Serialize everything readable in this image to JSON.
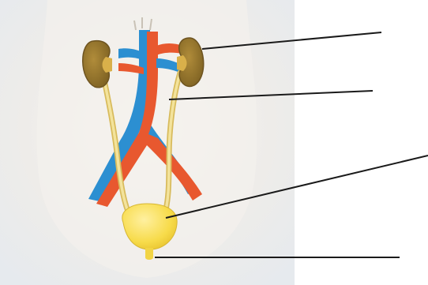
{
  "figure": {
    "subject": "urinary-system",
    "parts": [
      "kidney",
      "ureter",
      "bladder",
      "urethra",
      "aorta",
      "vena-cava"
    ],
    "labels": [
      "",
      "",
      "",
      ""
    ]
  },
  "colors": {
    "panel_background": "#eceef0",
    "kidney": "#9a7a2c",
    "kidney_pelvis": "#d9b04a",
    "ureter": "#efd878",
    "bladder": "#f7db4a",
    "artery": "#e8582f",
    "vein": "#2c8fd1",
    "leader_line": "#1a1a1a"
  }
}
